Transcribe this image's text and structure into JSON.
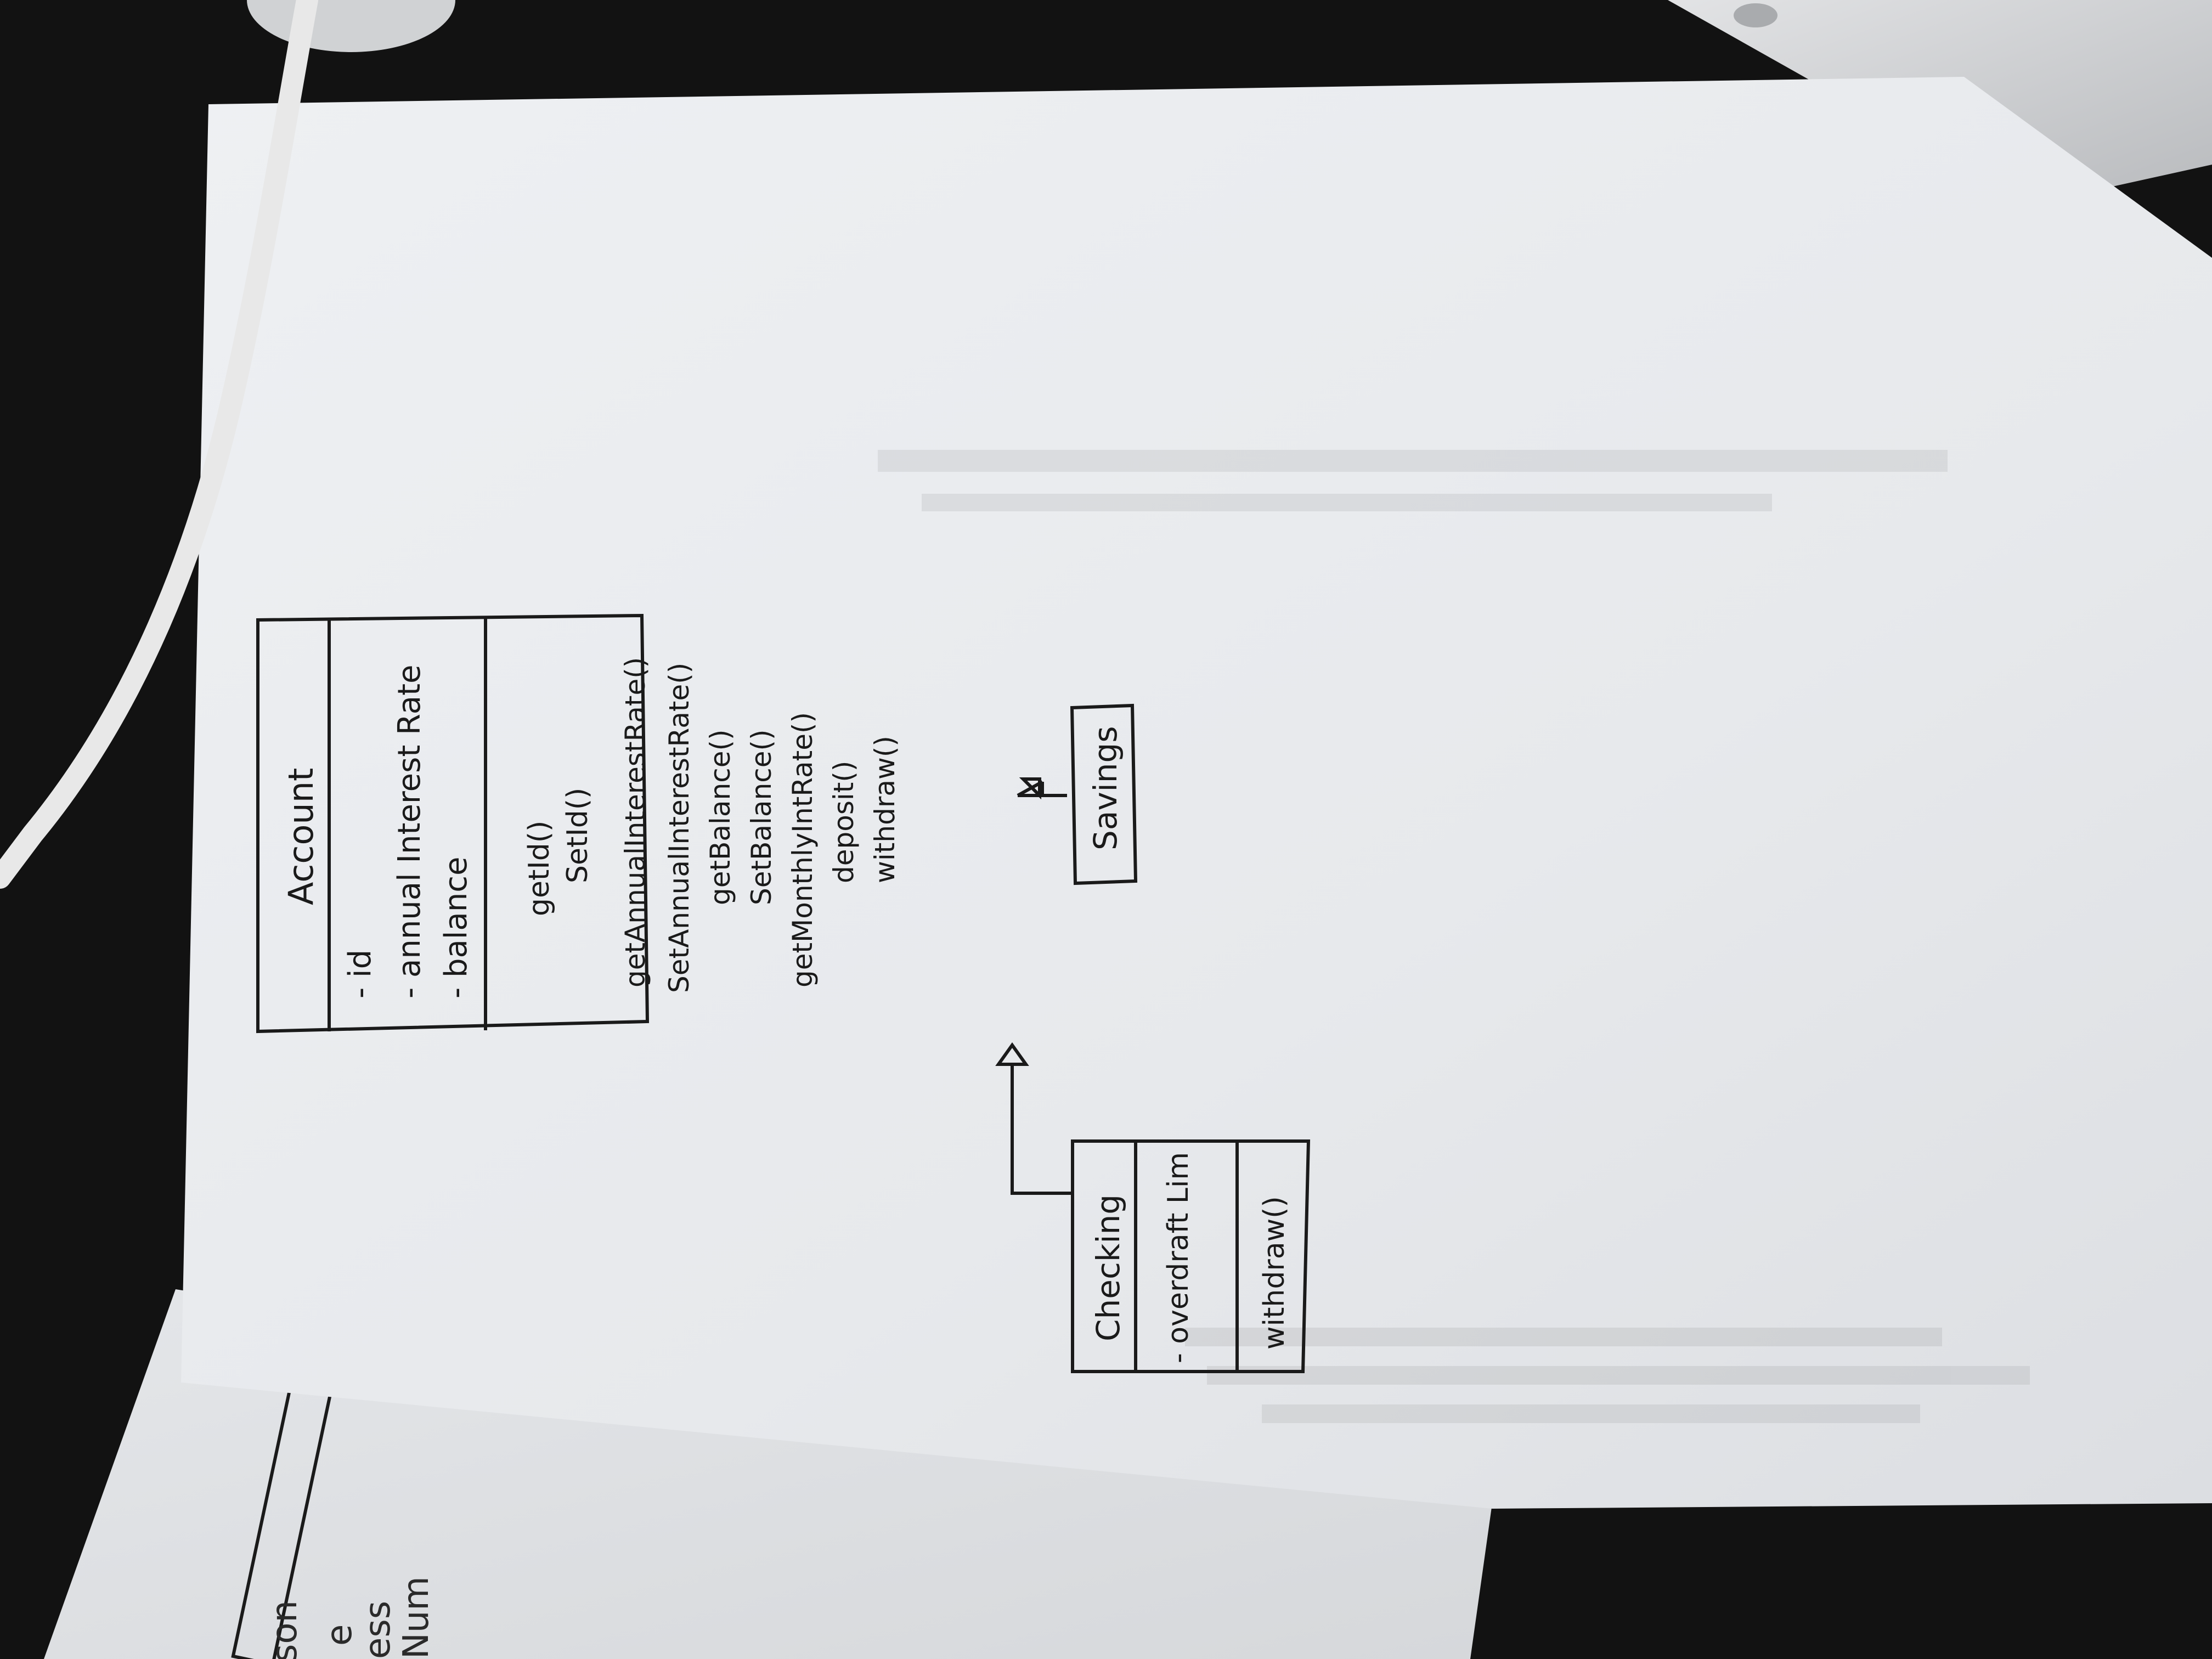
{
  "diagram": {
    "classes": {
      "account": {
        "name": "Account",
        "attributes": [
          "- id",
          "- annual Interest Rate",
          "- balance"
        ],
        "methods": [
          "getId()",
          "SetId()",
          "getAnnualInterestRate()",
          "SetAnnualInterestRate()",
          "getBalance()",
          "SetBalance()",
          "getMonthlyIntRate()",
          "deposit()",
          "withdraw()"
        ]
      },
      "checking": {
        "name": "Checking",
        "attributes": [
          "- overdraft Lim"
        ],
        "methods": [
          "withdraw()"
        ]
      },
      "savings": {
        "name": "Savings"
      }
    },
    "relationships": [
      {
        "from": "Savings",
        "to": "Account",
        "type": "inheritance"
      },
      {
        "from": "Checking",
        "to": "Account",
        "type": "inheritance"
      }
    ]
  },
  "second_sheet": {
    "fragments": [
      "son",
      "e",
      "ess",
      "Num"
    ]
  },
  "colors": {
    "background": "#111111",
    "paper": "#e9ebee",
    "ink": "#1a1a1a"
  }
}
